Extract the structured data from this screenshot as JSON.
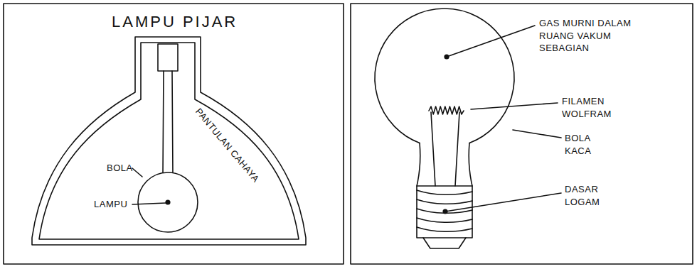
{
  "diagram": {
    "title": "LAMPU PIJAR",
    "labels": [
      "BOLA",
      "LAMPU",
      "PANTULAN CAHAYA",
      "GAS MURNI DALAM RUANG VAKUM SEBAGIAN",
      "FILAMEN WOLFRAM",
      "BOLA KACA",
      "DASAR LOGAM"
    ]
  }
}
